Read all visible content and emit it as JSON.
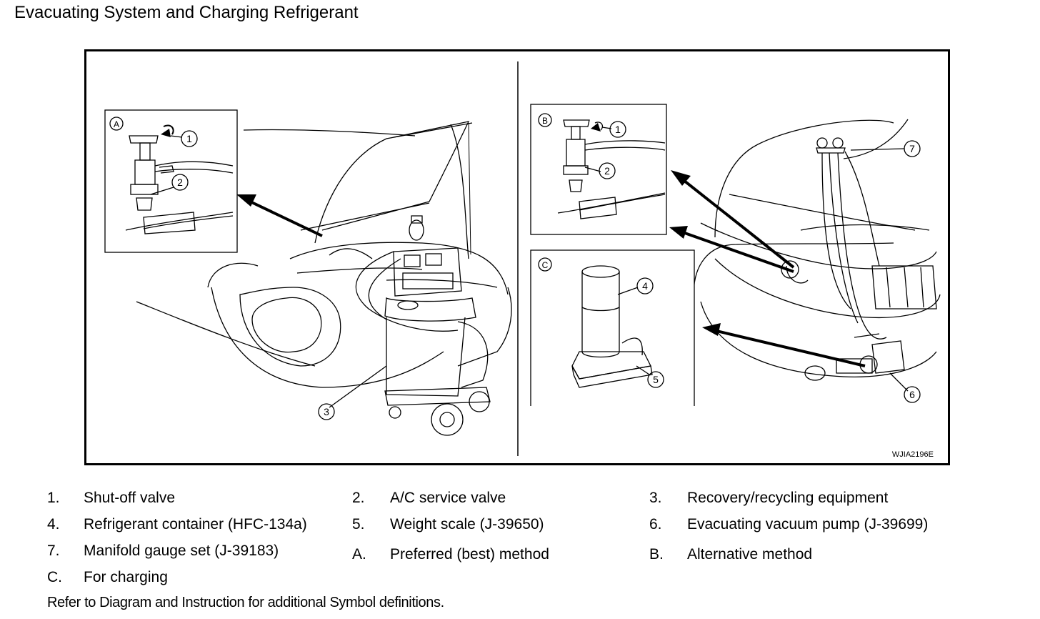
{
  "title": "Evacuating System and Charging Refrigerant",
  "figure": {
    "code": "WJIA2196E",
    "panel_labels": {
      "A": "A",
      "B": "B",
      "C": "C"
    },
    "callouts": {
      "c1a": "1",
      "c2a": "2",
      "c3": "3",
      "c1b": "1",
      "c2b": "2",
      "c4": "4",
      "c5": "5",
      "c6": "6",
      "c7": "7"
    }
  },
  "legend": [
    {
      "key": "1.",
      "text": "Shut-off valve"
    },
    {
      "key": "2.",
      "text": "A/C service valve"
    },
    {
      "key": "3.",
      "text": "Recovery/recycling equipment"
    },
    {
      "key": "4.",
      "text": "Refrigerant container (HFC-134a)"
    },
    {
      "key": "5.",
      "text": "Weight scale (J-39650)"
    },
    {
      "key": "6.",
      "text": "Evacuating vacuum pump (J-39699)"
    },
    {
      "key": "7.",
      "text": "Manifold gauge set (J-39183)"
    },
    {
      "key": "A.",
      "text": "Preferred (best) method"
    },
    {
      "key": "B.",
      "text": "Alternative method"
    },
    {
      "key": "C.",
      "text": "For charging"
    }
  ],
  "note": "Refer to Diagram and Instruction for additional Symbol definitions."
}
